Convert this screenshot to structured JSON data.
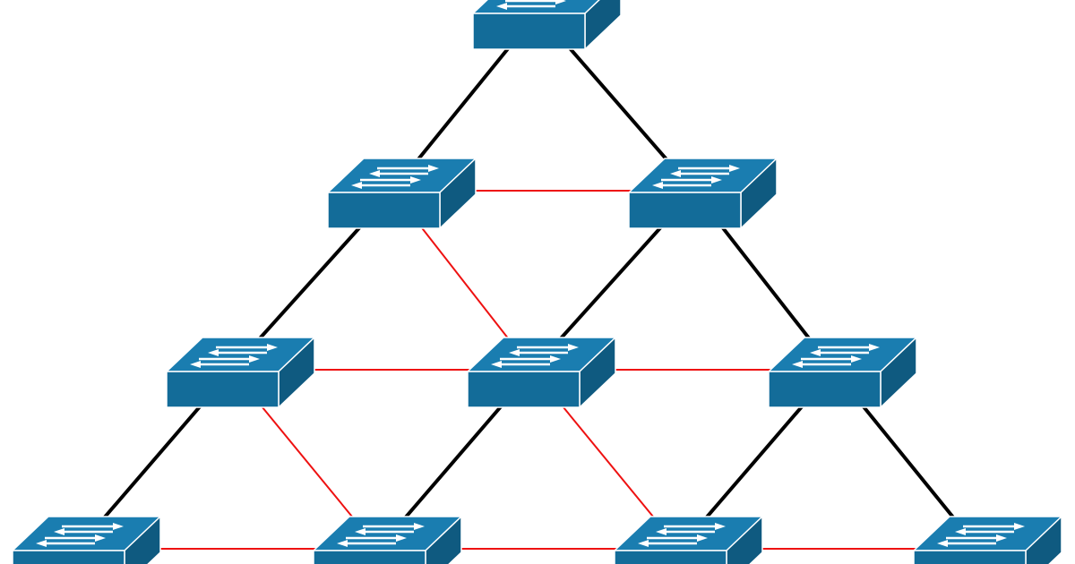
{
  "diagram": {
    "type": "network-topology",
    "node_icon": "layer2-switch-icon",
    "colors": {
      "switch_front": "#136c99",
      "switch_top": "#1a7db0",
      "switch_side": "#0f5a80",
      "switch_outline": "#ffffff",
      "arrow": "#ffffff",
      "active_link": "#000000",
      "blocked_link": "#ee1111"
    },
    "rows": [
      {
        "row": 1,
        "switches": 1
      },
      {
        "row": 2,
        "switches": 2
      },
      {
        "row": 3,
        "switches": 3
      },
      {
        "row": 4,
        "switches": 4
      }
    ],
    "links": [
      {
        "from": "1-1",
        "to": "2-1",
        "type": "active"
      },
      {
        "from": "1-1",
        "to": "2-2",
        "type": "active"
      },
      {
        "from": "2-1",
        "to": "2-2",
        "type": "blocked"
      },
      {
        "from": "2-1",
        "to": "3-1",
        "type": "active"
      },
      {
        "from": "2-1",
        "to": "3-2",
        "type": "blocked"
      },
      {
        "from": "2-2",
        "to": "3-2",
        "type": "active"
      },
      {
        "from": "2-2",
        "to": "3-3",
        "type": "active"
      },
      {
        "from": "3-1",
        "to": "3-2",
        "type": "blocked"
      },
      {
        "from": "3-2",
        "to": "3-3",
        "type": "blocked"
      },
      {
        "from": "3-1",
        "to": "4-1",
        "type": "active"
      },
      {
        "from": "3-1",
        "to": "4-2",
        "type": "blocked"
      },
      {
        "from": "3-2",
        "to": "4-2",
        "type": "active"
      },
      {
        "from": "3-2",
        "to": "4-3",
        "type": "blocked"
      },
      {
        "from": "3-3",
        "to": "4-3",
        "type": "active"
      },
      {
        "from": "3-3",
        "to": "4-4",
        "type": "active"
      },
      {
        "from": "4-1",
        "to": "4-2",
        "type": "blocked"
      },
      {
        "from": "4-2",
        "to": "4-3",
        "type": "blocked"
      },
      {
        "from": "4-3",
        "to": "4-4",
        "type": "blocked"
      }
    ]
  }
}
